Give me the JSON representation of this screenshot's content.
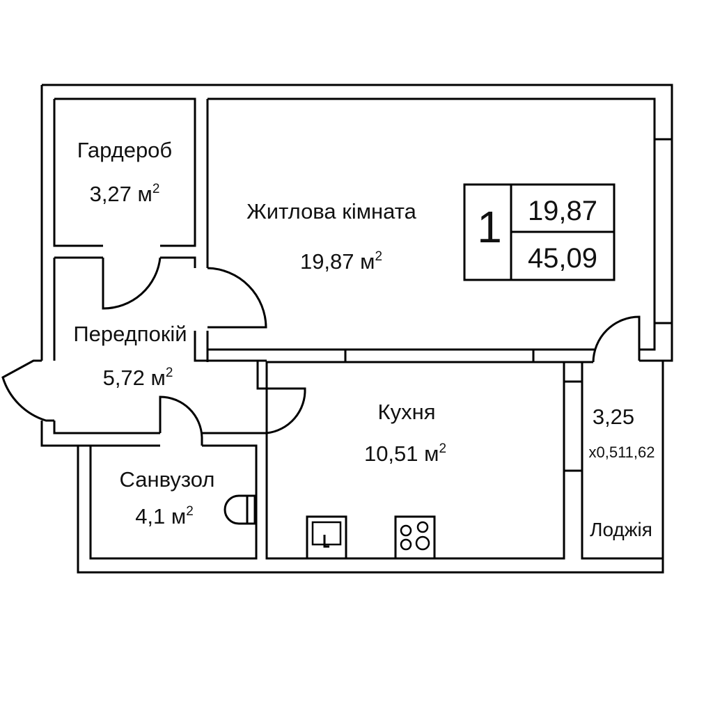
{
  "rooms": {
    "wardrobe": {
      "name": "Гардероб",
      "area": "3,27 м",
      "sup": "2"
    },
    "living": {
      "name": "Житлова кімната",
      "area": "19,87 м",
      "sup": "2"
    },
    "hallway": {
      "name": "Передпокій",
      "area": "5,72 м",
      "sup": "2"
    },
    "kitchen": {
      "name": "Кухня",
      "area": "10,51 м",
      "sup": "2"
    },
    "bathroom": {
      "name": "Санвузол",
      "area": "4,1 м",
      "sup": "2"
    },
    "loggia": {
      "name": "Лоджія",
      "area": "3,25",
      "coef": "x0,5",
      "reduced": "11,62"
    }
  },
  "summary": {
    "rooms_count": "1",
    "living_area": "19,87",
    "total_area": "45,09"
  },
  "icons": {
    "sink": "kitchen-sink-icon",
    "stove": "stove-burners-icon",
    "toilet": "toilet-icon"
  }
}
